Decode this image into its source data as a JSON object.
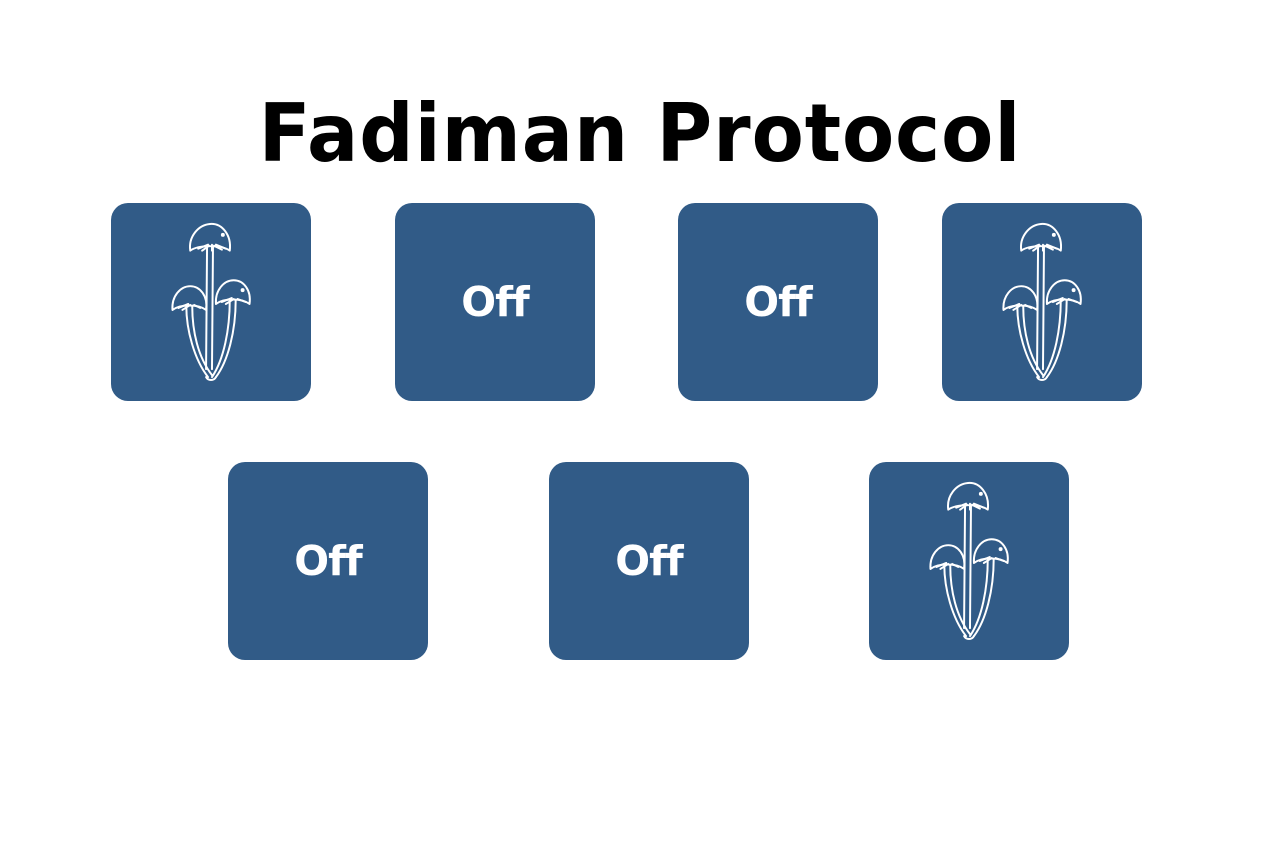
{
  "page": {
    "title": "Fadiman Protocol",
    "accent_color": "#315b87"
  },
  "rows": [
    {
      "tiles": [
        {
          "type": "dose",
          "icon": "mushroom-icon",
          "label": ""
        },
        {
          "type": "off",
          "icon": "",
          "label": "Off"
        },
        {
          "type": "off",
          "icon": "",
          "label": "Off"
        },
        {
          "type": "dose",
          "icon": "mushroom-icon",
          "label": ""
        }
      ]
    },
    {
      "tiles": [
        {
          "type": "off",
          "icon": "",
          "label": "Off"
        },
        {
          "type": "off",
          "icon": "",
          "label": "Off"
        },
        {
          "type": "dose",
          "icon": "mushroom-icon",
          "label": ""
        }
      ]
    }
  ]
}
